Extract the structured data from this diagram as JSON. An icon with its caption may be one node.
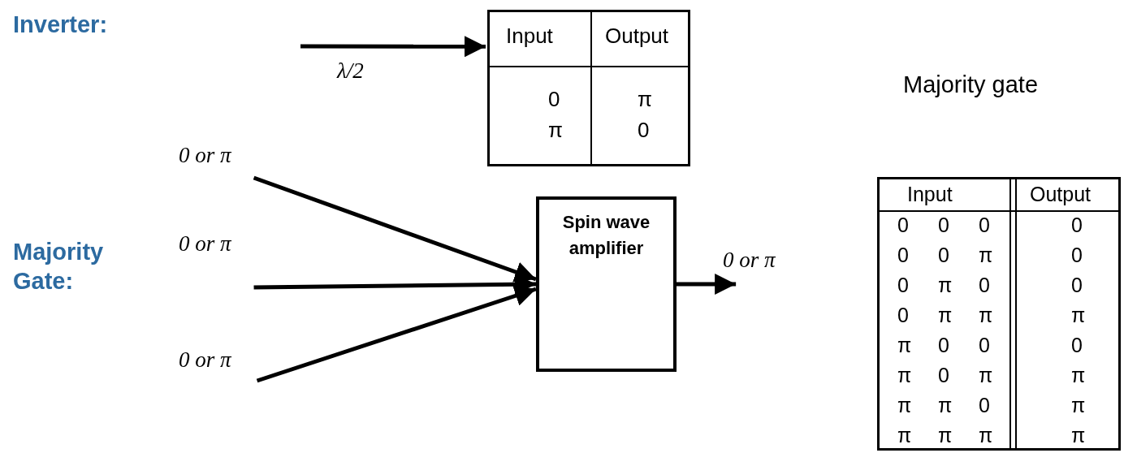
{
  "diagram": {
    "nodes": [
      {
        "text": [
          "Spin wave amplifier"
        ]
      },
      {
        "text": [
          "0 or π"
        ]
      },
      {
        "text": [
          "0 or π"
        ]
      },
      {
        "text": [
          "0 or π"
        ]
      },
      {
        "text": [
          "0 or π"
        ]
      },
      {
        "text": [
          "Input",
          "Output",
          "0",
          "π",
          "π",
          "0"
        ]
      }
    ],
    "edges": [
      {
        "from": 1,
        "to": 0,
        "arrow": "to"
      },
      {
        "from": 2,
        "to": 0,
        "arrow": "to"
      },
      {
        "from": 3,
        "to": 0,
        "arrow": "to"
      },
      {
        "from": 0,
        "to": 4,
        "arrow": "to"
      },
      {
        "from": null,
        "to": 5,
        "arrow": "to",
        "label": "λ/2"
      }
    ],
    "labels": [
      "Inverter:",
      "Majority Gate:",
      "Majority gate",
      "Input",
      "Output",
      "0",
      "0",
      "0",
      "0",
      "0",
      "0",
      "π",
      "0",
      "0",
      "π",
      "0",
      "0",
      "0",
      "π",
      "π",
      "π",
      "π",
      "0",
      "0",
      "0",
      "π",
      "0",
      "π",
      "π",
      "π",
      "π",
      "0",
      "π",
      "π",
      "π",
      "π",
      "π"
    ]
  }
}
